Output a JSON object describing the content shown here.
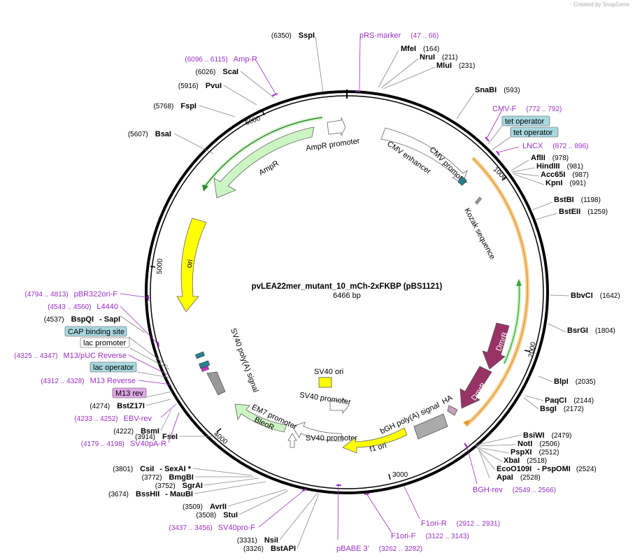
{
  "credit": "Created by SnapGene",
  "plasmid": {
    "name": "pvLEA22mer_mutant_10_mCh-2xFKBP (pBS1121)",
    "size": "6466 bp"
  },
  "ticks": [
    "1000",
    "2000",
    "3000",
    "4000",
    "5000",
    "6000"
  ],
  "colors": {
    "primer": "#9b30c8",
    "ampr": "#ccf5c3",
    "ori": "#ffff00",
    "dmrb": "#993366",
    "orange": "#f0a830",
    "green": "#33aa33"
  },
  "sites_right": [
    {
      "name": "MfeI",
      "pos": "(164)"
    },
    {
      "name": "NruI",
      "pos": "(211)"
    },
    {
      "name": "MluI",
      "pos": "(231)"
    },
    {
      "name": "SnaBI",
      "pos": "(593)"
    },
    {
      "name": "AflII",
      "pos": "(978)"
    },
    {
      "name": "HindIII",
      "pos": "(981)"
    },
    {
      "name": "Acc65I",
      "pos": "(987)"
    },
    {
      "name": "KpnI",
      "pos": "(991)"
    },
    {
      "name": "BstBI",
      "pos": "(1198)"
    },
    {
      "name": "BstEII",
      "pos": "(1259)"
    },
    {
      "name": "BbvCI",
      "pos": "(1642)"
    },
    {
      "name": "BsrGI",
      "pos": "(1804)"
    },
    {
      "name": "BlpI",
      "pos": "(2035)"
    },
    {
      "name": "PaqCI",
      "pos": "(2144)"
    },
    {
      "name": "BsgI",
      "pos": "(2172)"
    },
    {
      "name": "BsiWI",
      "pos": "(2479)"
    },
    {
      "name": "NotI",
      "pos": "(2506)"
    },
    {
      "name": "PspXI",
      "pos": "(2512)"
    },
    {
      "name": "XbaI",
      "pos": "(2518)"
    },
    {
      "name": "EcoO109I",
      "pos": "(2524)",
      "extra": "- PspOMI"
    },
    {
      "name": "ApaI",
      "pos": "(2528)"
    }
  ],
  "sites_left": [
    {
      "name": "SspI",
      "pos": "(6350)"
    },
    {
      "name": "ScaI",
      "pos": "(6026)"
    },
    {
      "name": "PvuI",
      "pos": "(5916)"
    },
    {
      "name": "FspI",
      "pos": "(5768)"
    },
    {
      "name": "BsaI",
      "pos": "(5607)"
    },
    {
      "name": "BspQI",
      "pos": "(4537)",
      "extra": "- SapI"
    },
    {
      "name": "BstZ17I",
      "pos": "(4274)"
    },
    {
      "name": "BsmI",
      "pos": "(4222)"
    },
    {
      "name": "FseI",
      "pos": "(3914)"
    },
    {
      "name": "CsiI",
      "pos": "(3801)",
      "extra": "- SexAI *"
    },
    {
      "name": "BmgBI",
      "pos": "(3772)"
    },
    {
      "name": "SgrAI",
      "pos": "(3752)"
    },
    {
      "name": "BssHII",
      "pos": "(3674)",
      "extra": "- MauBI"
    },
    {
      "name": "AvrII",
      "pos": "(3509)"
    },
    {
      "name": "StuI",
      "pos": "(3508)"
    },
    {
      "name": "NsiI",
      "pos": "(3331)"
    },
    {
      "name": "BstAPI",
      "pos": "(3326)"
    }
  ],
  "primers": [
    {
      "name": "pRS-marker",
      "pos": "(47 .. 66)"
    },
    {
      "name": "Amp-R",
      "pos": "(6096 .. 6115)"
    },
    {
      "name": "CMV-F",
      "pos": "(772 .. 792)"
    },
    {
      "name": "LNCX",
      "pos": "(872 .. 896)"
    },
    {
      "name": "pBR322ori-F",
      "pos": "(4794 .. 4813)"
    },
    {
      "name": "L4440",
      "pos": "(4543 .. 4560)"
    },
    {
      "name": "M13/pUC Reverse",
      "pos": "(4325 .. 4347)"
    },
    {
      "name": "M13 Reverse",
      "pos": "(4312 .. 4328)"
    },
    {
      "name": "EBV-rev",
      "pos": "(4233 .. 4252)"
    },
    {
      "name": "SV40pA-R",
      "pos": "(4179 .. 4198)"
    },
    {
      "name": "SV40pro-F",
      "pos": "(3437 .. 3456)"
    },
    {
      "name": "pBABE 3'",
      "pos": "(3262 .. 3282)"
    },
    {
      "name": "F1ori-F",
      "pos": "(3122 .. 3143)"
    },
    {
      "name": "F1ori-R",
      "pos": "(2912 .. 2931)"
    },
    {
      "name": "BGH-rev",
      "pos": "(2549 .. 2566)"
    }
  ],
  "boxed": [
    "tet operator",
    "tet operator",
    "CAP binding site",
    "lac promoter",
    "lac operator",
    "M13 rev"
  ],
  "features": {
    "ampr_promoter": "AmpR promoter",
    "ampr": "AmpR",
    "ori": "ori",
    "cmv_enhancer": "CMV enhancer",
    "cmv_promoter": "CMV promoter",
    "kozak": "Kozak sequence",
    "sv40_polya": "SV40 poly(A) signal",
    "sv40_ori": "SV40 ori",
    "sv40_promoter_1": "SV40 promoter",
    "sv40_promoter_2": "SV40 promoter",
    "em7": "EM7 promoter",
    "bleor": "BleoR",
    "f1ori": "f1 ori",
    "bgh": "bGH poly(A) signal",
    "ha": "HA",
    "dmrb1": "DmrB",
    "dmrb2": "DmrB"
  }
}
